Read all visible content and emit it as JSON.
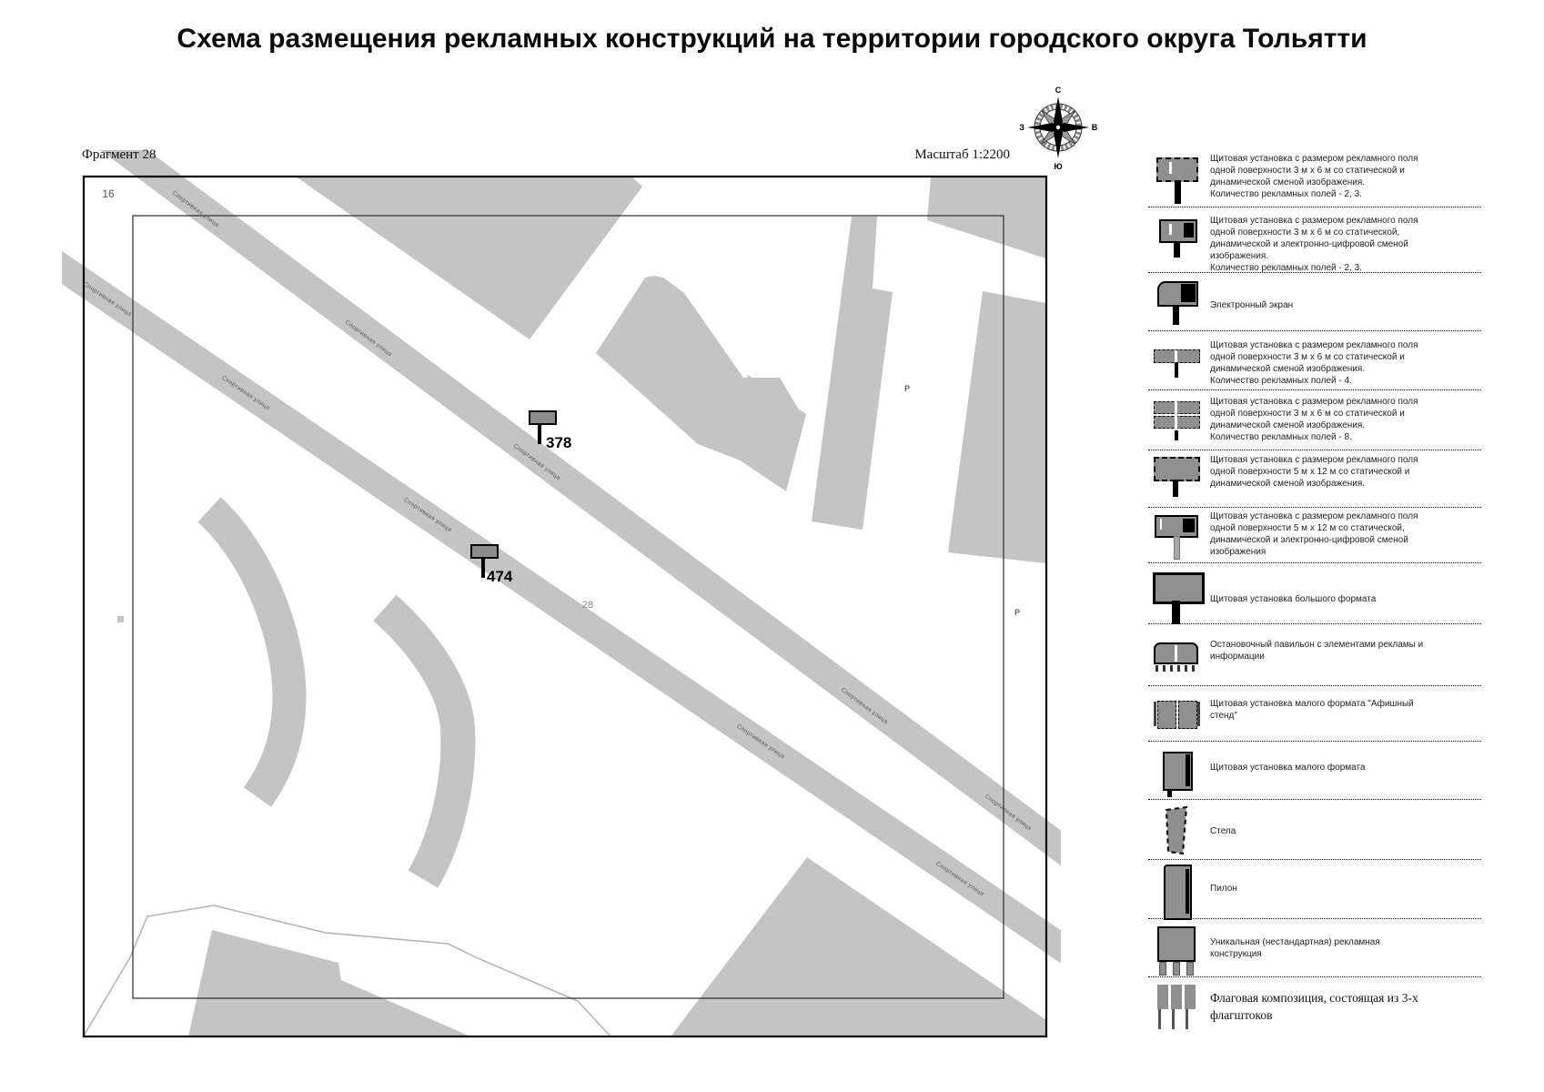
{
  "title": "Схема размещения рекламных конструкций на территории городского округа Тольятти",
  "map": {
    "fragment_label": "Фрагмент 28",
    "scale_label": "Масштаб 1:2200",
    "grid_cell_label": "16",
    "street_name": "Спортивная улица",
    "road_number_label": "28",
    "parking_label": "Р",
    "markers": [
      {
        "id": "378"
      },
      {
        "id": "474"
      }
    ],
    "compass": {
      "north": "С",
      "south": "Ю",
      "west": "З",
      "east": "В"
    }
  },
  "legend": {
    "entries": [
      {
        "icon": "billboard-3x6-static-icon",
        "text": "Щитовая установка с размером рекламного поля\nодной поверхности 3 м х 6 м со статической и\nдинамической сменой изображения.\nКоличество рекламных полей - 2, 3."
      },
      {
        "icon": "billboard-3x6-digital-icon",
        "text": "Щитовая установка с размером рекламного поля\nодной поверхности 3 м х 6 м со статической,\nдинамической и электронно-цифровой сменой\nизображения.\nКоличество рекламных полей - 2, 3."
      },
      {
        "icon": "electronic-screen-icon",
        "text": "Электронный экран"
      },
      {
        "icon": "billboard-4-fields-icon",
        "text": "Щитовая установка с размером рекламного поля\nодной поверхности 3 м х 6 м со статической и\nдинамической сменой изображения.\nКоличество рекламных полей - 4."
      },
      {
        "icon": "billboard-8-fields-icon",
        "text": "Щитовая установка с размером рекламного поля\nодной поверхности 3 м х 6 м со статической и\nдинамической сменой изображения.\nКоличество рекламных полей - 8."
      },
      {
        "icon": "billboard-5x12-static-icon",
        "text": "Щитовая установка с размером рекламного поля\nодной поверхности 5 м х 12 м со статической и\nдинамической сменой изображения."
      },
      {
        "icon": "billboard-5x12-digital-icon",
        "text": "Щитовая установка с размером рекламного поля\nодной поверхности 5 м х 12 м со статической,\nдинамической и электронно-цифровой сменой\nизображения"
      },
      {
        "icon": "large-format-billboard-icon",
        "text": "Щитовая установка большого формата"
      },
      {
        "icon": "bus-stop-pavilion-icon",
        "text": "Остановочный павильон с элементами рекламы и\nинформации"
      },
      {
        "icon": "poster-stand-icon",
        "text": "Щитовая установка малого формата \"Афишный\nстенд\""
      },
      {
        "icon": "small-format-billboard-icon",
        "text": "Щитовая установка малого формата"
      },
      {
        "icon": "stela-icon",
        "text": "Стела"
      },
      {
        "icon": "pylon-icon",
        "text": "Пилон"
      },
      {
        "icon": "unique-construction-icon",
        "text": "Уникальная (нестандартная) рекламная\nконструкция"
      },
      {
        "icon": "flag-composition-icon",
        "text": "Флаговая композиция, состоящая из 3-х\nфлагштоков"
      }
    ]
  },
  "colors": {
    "map_gray": "#c4c4c4",
    "marker_gray": "#8c8c8c",
    "icon_gray": "#8f8f8f",
    "boundary_gray": "#b2b2b2"
  }
}
